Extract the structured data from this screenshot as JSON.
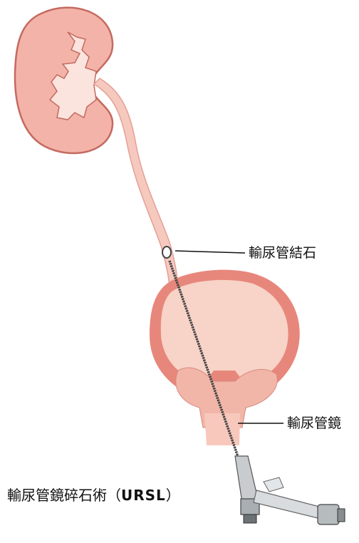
{
  "labels": {
    "ureteral_stone": "輸尿管結石",
    "ureteroscope": "輸尿管鏡"
  },
  "caption": {
    "prefix": "輸尿管鏡碎石術（",
    "abbr": "URSL",
    "suffix": "）"
  },
  "colors": {
    "kidney_fill": "#f3b3a8",
    "kidney_outline": "#c46a60",
    "sinus_fill": "#fbe4de",
    "ureter_fill": "#f6c9bf",
    "bladder_wall": "#e7877c",
    "bladder_inner": "#f8d3c7",
    "scope": "#333333",
    "instrument": "#c8cccf"
  }
}
